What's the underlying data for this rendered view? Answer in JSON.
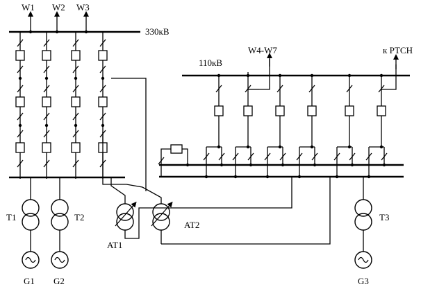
{
  "lines": {
    "w1": "W1",
    "w2": "W2",
    "w3": "W3",
    "w4w7": "W4-W7",
    "rtsn": "к РТСН"
  },
  "buses": {
    "hv": "330кВ",
    "mv": "110кВ"
  },
  "transformers": {
    "t1": "T1",
    "t2": "T2",
    "t3": "T3",
    "at1": "AT1",
    "at2": "AT2"
  },
  "generators": {
    "g1": "G1",
    "g2": "G2",
    "g3": "G3"
  },
  "icons": {
    "generator": "sine-wave-circle",
    "autotransformer": "adjustable-coil",
    "breaker": "square-box",
    "disconnector": "slash-mark"
  }
}
